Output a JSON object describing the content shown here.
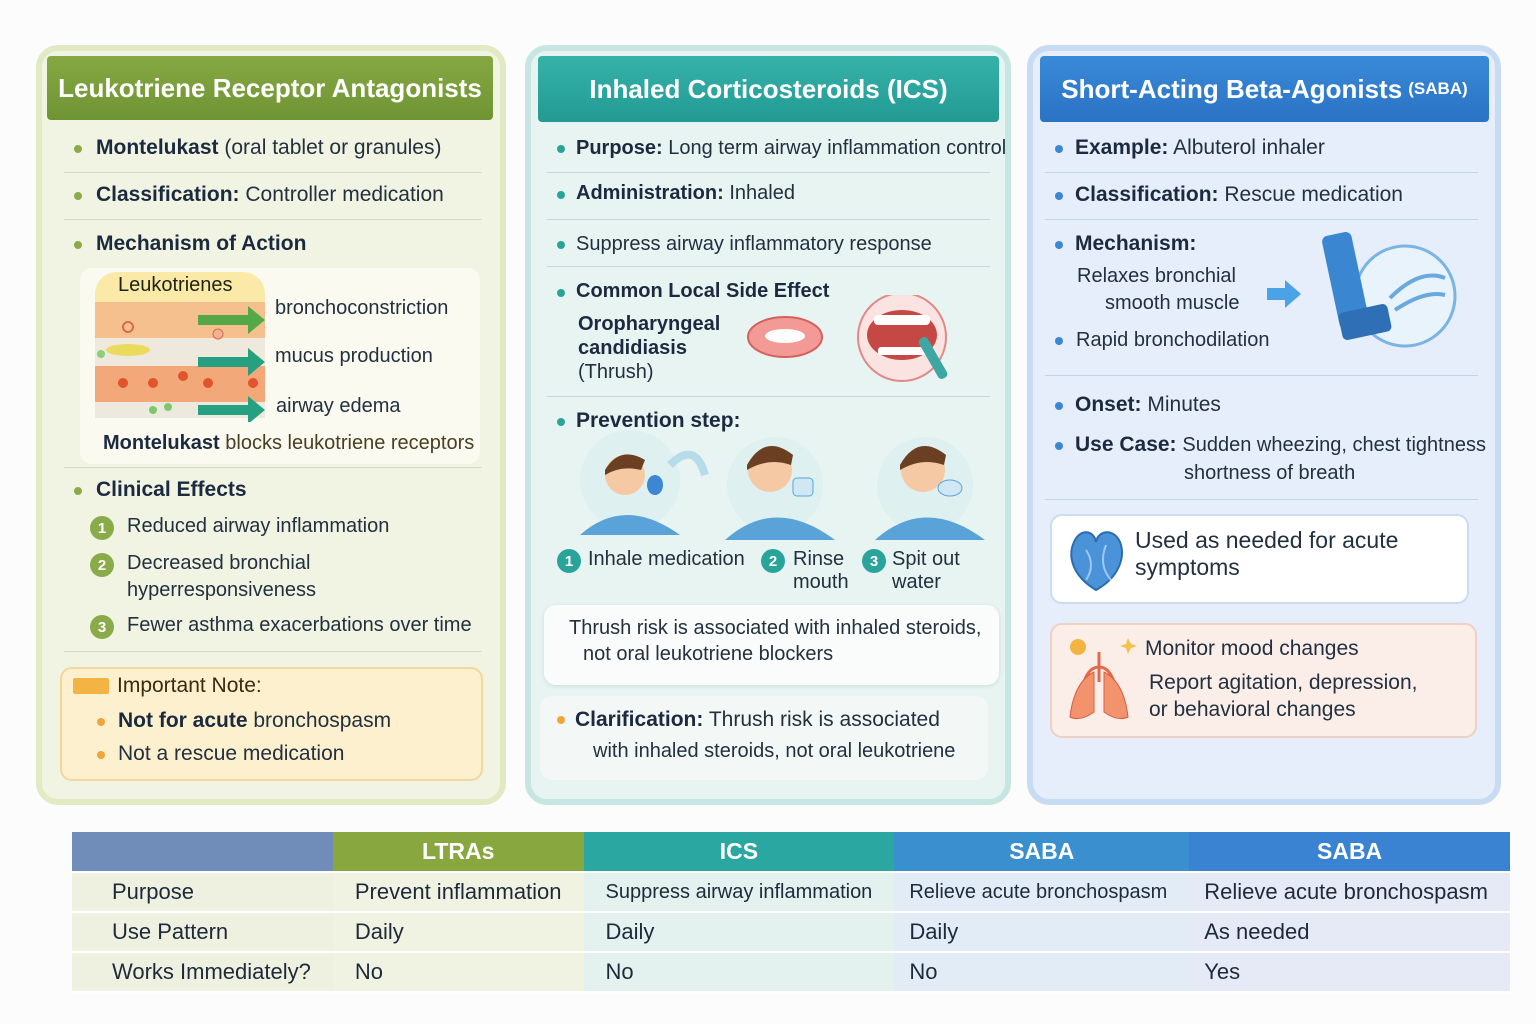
{
  "ltra": {
    "title": "Leukotriene Receptor Antagonists",
    "drug": "Montelukast",
    "drug_note": "(oral  tablet or granules)",
    "class_label": "Classification:",
    "class_value": "Controller medication",
    "moa_label": "Mechanism of Action",
    "diagram": {
      "title": "Leukotrienes",
      "effects": [
        "bronchoconstriction",
        "mucus production",
        "airway edema"
      ],
      "caption_bold": "Montelukast",
      "caption": "blocks leukotriene receptors"
    },
    "clinical_label": "Clinical Effects",
    "clinical": [
      {
        "n": "1",
        "text": "Reduced airway inflammation"
      },
      {
        "n": "2",
        "text": "Decreased bronchial",
        "text2": "hyperresponsiveness"
      },
      {
        "n": "3",
        "text": "Fewer asthma exacerbations over time"
      }
    ],
    "note": {
      "title": "Important Note:",
      "items": [
        {
          "bold": "Not for acute",
          "rest": "bronchospasm"
        },
        {
          "bold": "",
          "rest": "Not a rescue medication"
        }
      ]
    }
  },
  "ics": {
    "title": "Inhaled Corticosteroids (ICS)",
    "purpose_label": "Purpose:",
    "purpose": "Long term airway inflammation control",
    "admin_label": "Administration:",
    "admin": "Inhaled",
    "suppress": "Suppress  airway inflammatory response",
    "side_label": "Common Local Side Effect",
    "side1": "Oropharyngeal",
    "side2": "candidiasis",
    "side3": "(Thrush)",
    "prev_label": "Prevention step:",
    "steps": [
      {
        "n": "1",
        "text": "Inhale medication"
      },
      {
        "n": "2",
        "text": "Rinse",
        "text2": "mouth"
      },
      {
        "n": "3",
        "text": "Spit out",
        "text2": "water"
      }
    ],
    "thrush1": "Thrush risk is associated with inhaled steroids,",
    "thrush2": "not oral leukotriene blockers",
    "clar_label": "Clarification:",
    "clar1": "Thrush risk is associated",
    "clar2": "with inhaled steroids, not oral leukotriene"
  },
  "saba": {
    "title": "Short-Acting Beta-Agonists",
    "title_abbr": "(SABA)",
    "example_label": "Example:",
    "example": "Albuterol inhaler",
    "class_label": "Classification:",
    "class_value": "Rescue medication",
    "mech_label": "Mechanism:",
    "mech1": "Relaxes bronchial",
    "mech2": "smooth muscle",
    "rapid": "Rapid bronchodilation",
    "onset_label": "Onset:",
    "onset": "Minutes",
    "use_label": "Use Case:",
    "use1": "Sudden wheezing, chest tightness",
    "use2": "shortness of breath",
    "acute1": "Used as needed for acute",
    "acute2": "symptoms",
    "mood_title": "Monitor mood changes",
    "mood1": "Report agitation, depression,",
    "mood2": "or behavioral changes"
  },
  "table": {
    "headers": [
      "",
      "LTRAs",
      "ICS",
      "SABA",
      "SABA"
    ],
    "header_colors": [
      "#6f8db8",
      "#88a83f",
      "#2aa7a0",
      "#3a8fcf",
      "#3a82d2"
    ],
    "rows": [
      [
        "Purpose",
        "Prevent inflammation",
        "Suppress airway inflammation",
        "Relieve acute bronchospasm",
        "Relieve acute bronchospasm"
      ],
      [
        "Use Pattern",
        "Daily",
        "Daily",
        "Daily",
        "As needed"
      ],
      [
        "Works Immediately?",
        "No",
        "No",
        "No",
        "Yes"
      ]
    ]
  }
}
